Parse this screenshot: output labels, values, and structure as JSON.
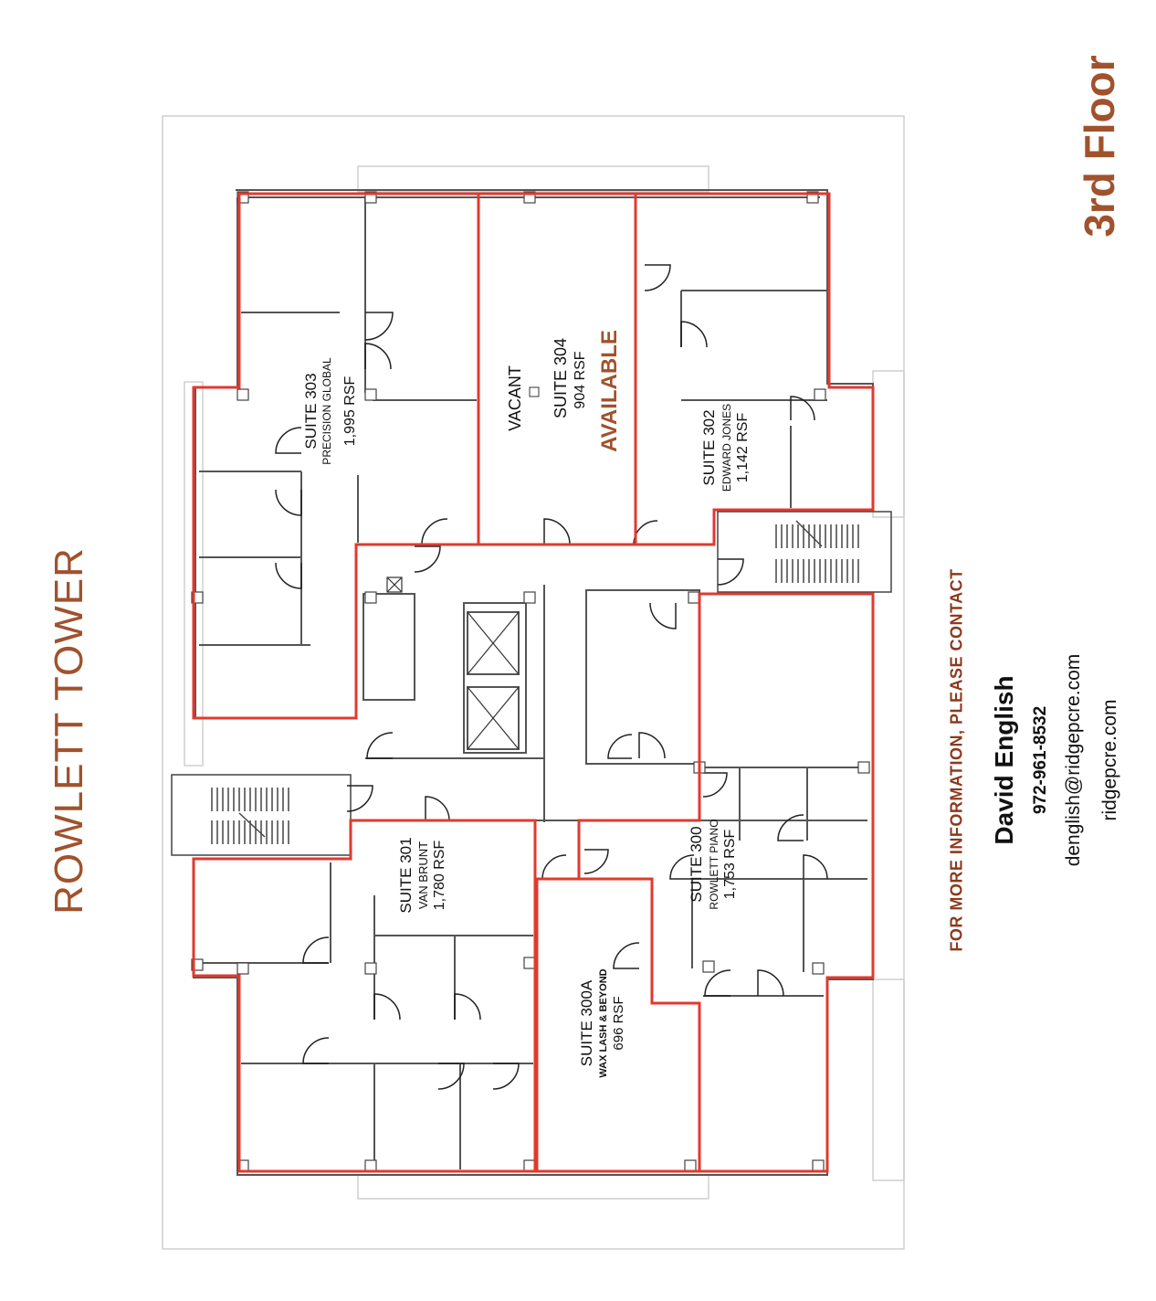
{
  "building": {
    "name": "ROWLETT TOWER",
    "floor": "3rd Floor"
  },
  "contact": {
    "heading": "FOR MORE INFORMATION, PLEASE CONTACT",
    "name": "David English",
    "phone": "972-961-8532",
    "email": "denglish@ridgepcre.com",
    "website": "ridgepcre.com"
  },
  "suites": [
    {
      "id": "303",
      "suite_label": "SUITE  303",
      "tenant": "PRECISION GLOBAL",
      "area": "1,995  RSF"
    },
    {
      "id": "304",
      "suite_label": "SUITE  304",
      "tenant": "VACANT",
      "area": "904  RSF",
      "status": "AVAILABLE"
    },
    {
      "id": "302",
      "suite_label": "SUITE  302",
      "tenant": "EDWARD JONES",
      "area": "1,142  RSF"
    },
    {
      "id": "301",
      "suite_label": "SUITE  301",
      "tenant": "VAN BRUNT",
      "area": "1,780  RSF"
    },
    {
      "id": "300",
      "suite_label": "SUITE  300",
      "tenant": "ROWLETT PIANO",
      "area": "1,753  RSF"
    },
    {
      "id": "300A",
      "suite_label": "SUITE  300A",
      "tenant": "WAX LASH & BEYOND",
      "area": "696  RSF"
    }
  ],
  "colors": {
    "title": "#a0522d",
    "contact_heading": "#8b3a1e",
    "suite_outline": "#e03a2f",
    "walls": "#555555",
    "available": "#a0522d"
  }
}
